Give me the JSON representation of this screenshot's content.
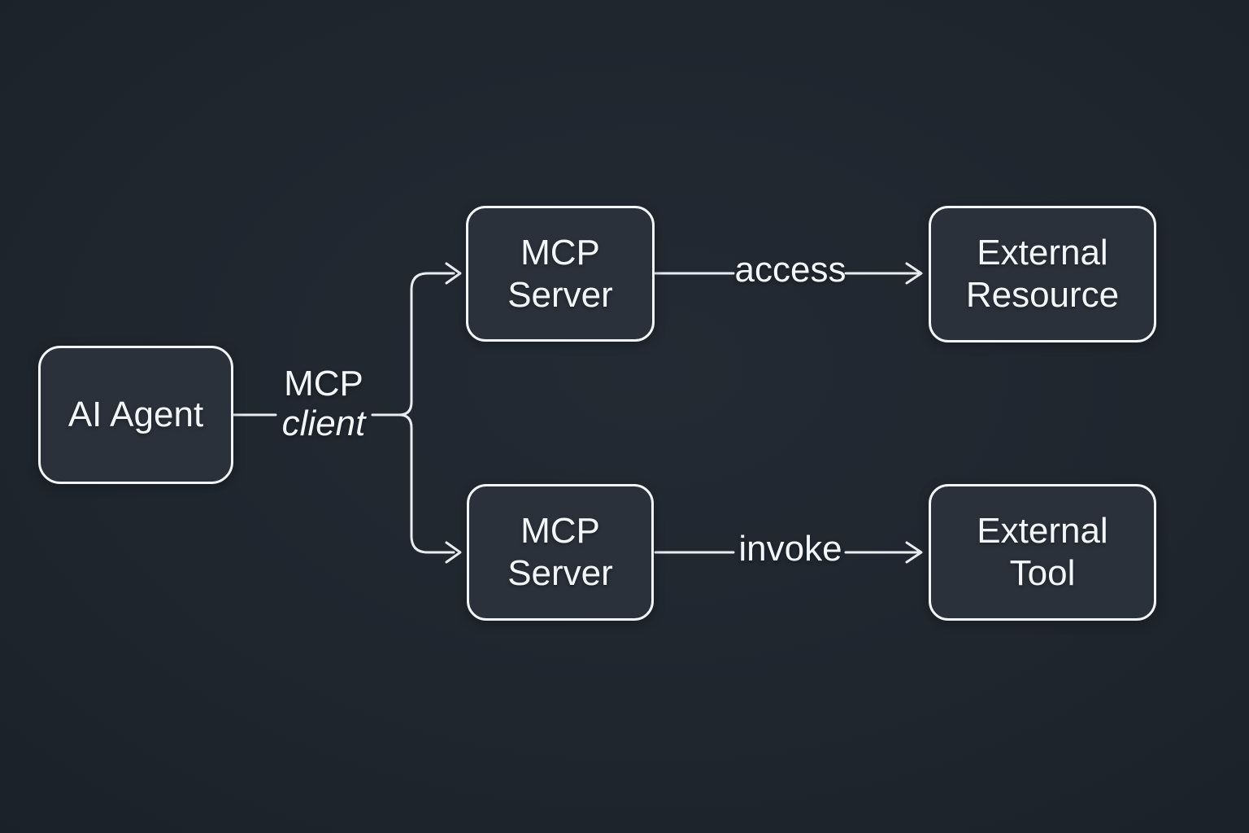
{
  "diagram": {
    "type": "flow-diagram",
    "topic": "MCP (Model Context Protocol) architecture",
    "colors": {
      "background": "#20262e",
      "node_fill": "#2a313a",
      "node_border": "#f2f5f7",
      "connector": "#e9edf1",
      "text": "#f3f6f8"
    },
    "nodes": {
      "ai_agent": {
        "lines": [
          "AI Agent"
        ]
      },
      "mcp_server_top": {
        "lines": [
          "MCP",
          "Server"
        ]
      },
      "mcp_server_bottom": {
        "lines": [
          "MCP",
          "Server"
        ]
      },
      "external_resource": {
        "lines": [
          "External",
          "Resource"
        ]
      },
      "external_tool": {
        "lines": [
          "External",
          "Tool"
        ]
      }
    },
    "edges": {
      "mcp_client": {
        "line1": "MCP",
        "line2": "client"
      },
      "access": {
        "label": "access"
      },
      "invoke": {
        "label": "invoke"
      }
    }
  }
}
